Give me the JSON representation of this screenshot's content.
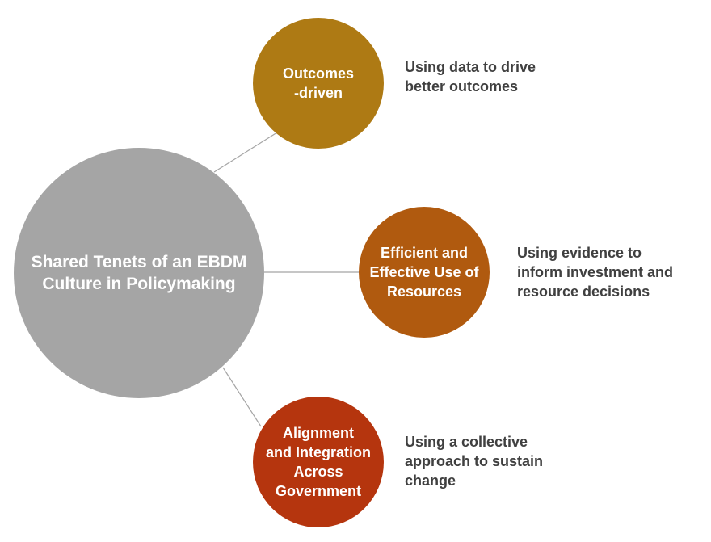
{
  "center": {
    "label": "Shared Tenets of an EBDM\nCulture in Policymaking"
  },
  "tenets": [
    {
      "label": "Outcomes\n-driven",
      "description": "Using data to drive\nbetter outcomes",
      "color": "#ae7a14"
    },
    {
      "label": "Efficient and\nEffective Use of\nResources",
      "description": "Using evidence to\ninform investment and\nresource decisions",
      "color": "#b05a0f"
    },
    {
      "label": "Alignment\nand Integration\nAcross\nGovernment",
      "description": "Using a collective\napproach to sustain\nchange",
      "color": "#b5350e"
    }
  ],
  "colors": {
    "center": "#a5a5a5",
    "connector": "#a5a5a5",
    "description_text": "#404040"
  }
}
